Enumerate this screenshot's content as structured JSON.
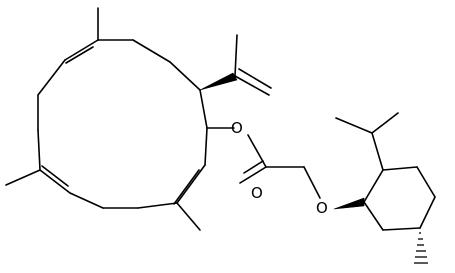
{
  "molecule": {
    "atoms": {
      "ester_oxygen": "O",
      "carbonyl_oxygen": "O",
      "ether_oxygen": "O"
    }
  },
  "colors": {
    "bond": "#000000",
    "background": "#ffffff"
  }
}
